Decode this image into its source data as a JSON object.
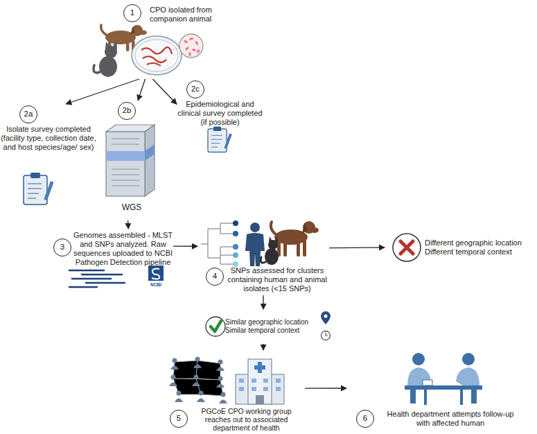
{
  "diagram": {
    "nodes": [
      {
        "text": [
          "1",
          "CPO isolated from companion animal"
        ]
      },
      {
        "text": [
          "2a",
          "Isolate survey completed (facility type, collection date, and host species/age/ sex)"
        ]
      },
      {
        "text": [
          "2b",
          "WGS"
        ]
      },
      {
        "text": [
          "2c",
          "Epidemiological and clinical survey completed (if possible)"
        ]
      },
      {
        "text": [
          "3",
          "Genomes assembled - MLST and SNPs analyzed. Raw sequences uploaded to NCBI Pathogen Detection pipeline"
        ]
      },
      {
        "text": [
          "4",
          "SNPs assessed for clusters containing human and animal isolates (<15 SNPs)"
        ]
      },
      {
        "text": [
          "Different geographic location Different temporal context"
        ]
      },
      {
        "text": [
          "Similar geographic location Similar temporal context"
        ]
      },
      {
        "text": [
          "5",
          "PGCoE CPO working group reaches out to associated department of health"
        ]
      },
      {
        "text": [
          "6",
          "Health department attempts follow-up with affected human"
        ]
      }
    ],
    "edges": [
      {
        "from": 0,
        "to": 1,
        "arrow": "to"
      },
      {
        "from": 0,
        "to": 2,
        "arrow": "to"
      },
      {
        "from": 0,
        "to": 3,
        "arrow": "to"
      },
      {
        "from": 2,
        "to": 4,
        "arrow": "to"
      },
      {
        "from": 4,
        "to": 5,
        "arrow": "to"
      },
      {
        "from": 5,
        "to": 6,
        "arrow": "to"
      },
      {
        "from": 5,
        "to": 7,
        "arrow": "to"
      },
      {
        "from": 7,
        "to": 8,
        "arrow": "to"
      },
      {
        "from": 8,
        "to": 9,
        "arrow": "to"
      }
    ],
    "labels": [
      "NCBI"
    ]
  }
}
